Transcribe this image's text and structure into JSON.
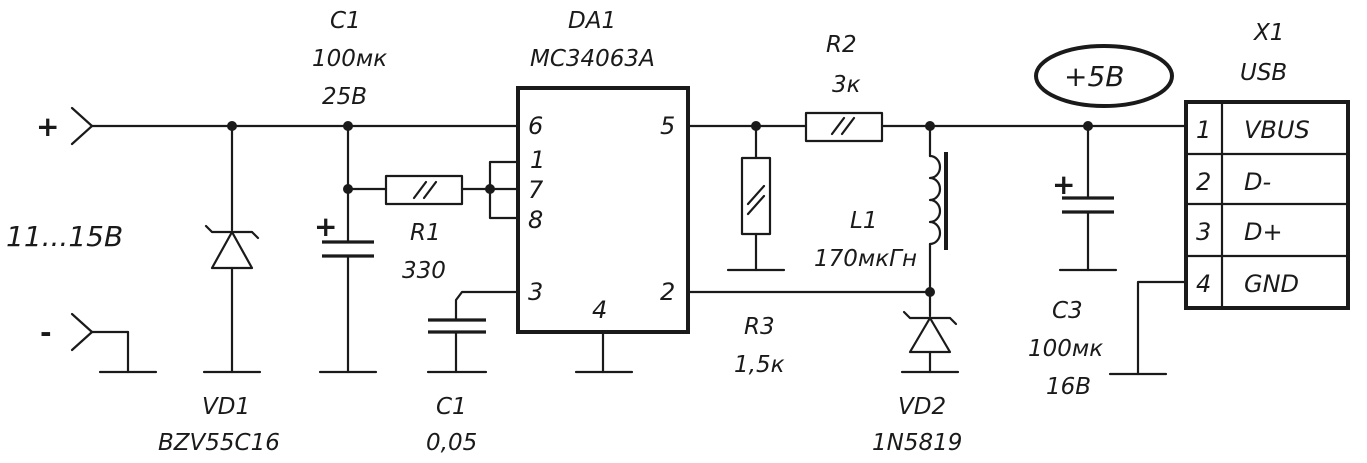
{
  "labels": {
    "c1_top_ref": "C1",
    "c1_top_val": "100мк",
    "c1_top_volt": "25В",
    "da1_ref": "DA1",
    "da1_part": "MC34063A",
    "r2_ref": "R2",
    "r2_val": "3к",
    "v_out": "+5В",
    "x1_ref": "X1",
    "x1_type": "USB",
    "plus_in": "+",
    "minus_in": "-",
    "v_in": "11...15В",
    "r1_ref": "R1",
    "r1_val": "330",
    "l1_ref": "L1",
    "l1_val": "170мкГн",
    "r3_ref": "R3",
    "r3_val": "1,5к",
    "c3_ref": "C3",
    "c3_val": "100мк",
    "c3_volt": "16В",
    "vd1_ref": "VD1",
    "vd1_part": "BZV55C16",
    "c1_bot_ref": "C1",
    "c1_bot_val": "0,05",
    "vd2_ref": "VD2",
    "vd2_part": "1N5819",
    "cap_plus": "+"
  },
  "ic_pins": {
    "p6": "6",
    "p1": "1",
    "p7": "7",
    "p8": "8",
    "p3": "3",
    "p4": "4",
    "p5": "5",
    "p2": "2"
  },
  "usb_pins": [
    {
      "num": "1",
      "name": "VBUS"
    },
    {
      "num": "2",
      "name": "D-"
    },
    {
      "num": "3",
      "name": "D+"
    },
    {
      "num": "4",
      "name": "GND"
    }
  ]
}
